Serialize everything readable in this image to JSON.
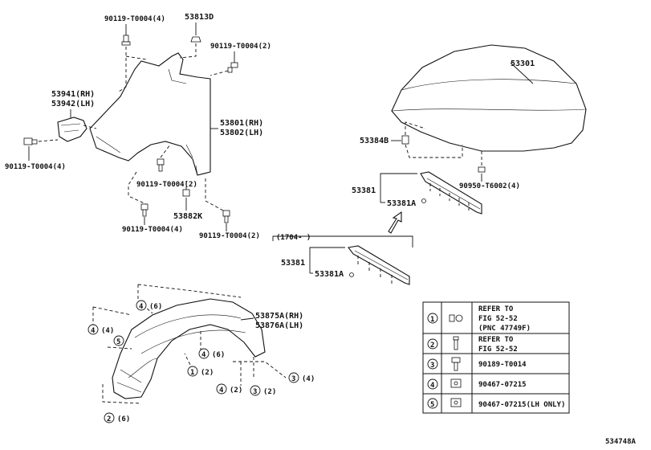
{
  "parts": {
    "fender_rh": "53801(RH)",
    "fender_lh": "53802(LH)",
    "hood": "53301",
    "retainer": "53813D",
    "bracket_rh": "53941(RH)",
    "bracket_lh": "53942(LH)",
    "cushion": "53384B",
    "seal_a": "53381",
    "seal_a_clip": "53381A",
    "seal_b": "53381",
    "seal_b_clip": "53381A",
    "protector": "53882K",
    "liner_rh": "53875A(RH)",
    "liner_lh": "53876A(LH)"
  },
  "bolts": {
    "b1": "90119-T0004(4)",
    "b2": "90119-T0004(2)",
    "b3": "90119-T0004(4)",
    "b4": "90119-T0004(2)",
    "b5": "90119-T0004(4)",
    "b6": "90119-T0004(2)",
    "clip_hood": "90950-T6002(4)"
  },
  "variant_note": "(1704-     )",
  "liner_callouts": {
    "c4a": "(6)",
    "c4b": "(4)",
    "c5": "5",
    "c4c": "(6)",
    "c1": "(2)",
    "c3a": "(4)",
    "c4d": "(2)",
    "c3b": "(2)",
    "c2": "(6)"
  },
  "legend": [
    {
      "num": "1",
      "line1": "REFER TO",
      "line2": "FIG 52-52",
      "line3": "(PNC 47749F)"
    },
    {
      "num": "2",
      "line1": "REFER TO",
      "line2": "FIG 52-52",
      "line3": ""
    },
    {
      "num": "3",
      "line1": "90189-T0014",
      "line2": "",
      "line3": ""
    },
    {
      "num": "4",
      "line1": "90467-07215",
      "line2": "",
      "line3": ""
    },
    {
      "num": "5",
      "line1": "90467-07215(LH ONLY)",
      "line2": "",
      "line3": ""
    }
  ],
  "illustration_id": "534748A"
}
